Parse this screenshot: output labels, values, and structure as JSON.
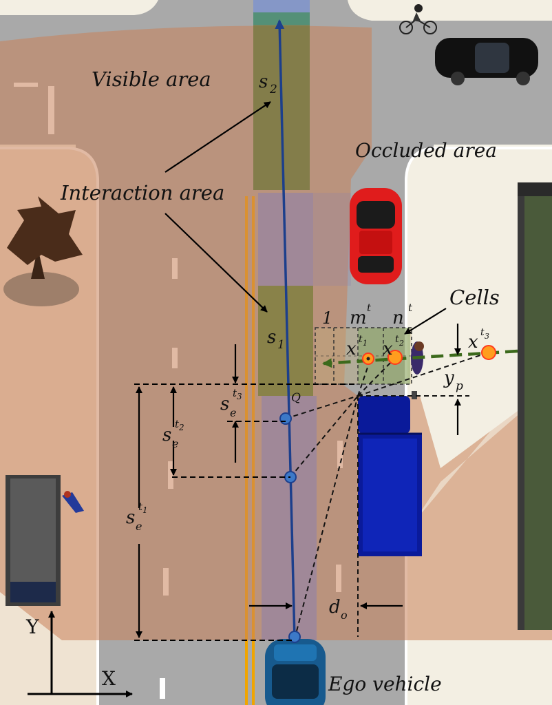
{
  "labels": {
    "visible_area": "Visible area",
    "occluded_area": "Occluded area",
    "interaction_area": "Interaction area",
    "cells": "Cells",
    "ego_vehicle": "Ego vehicle",
    "s2": "s",
    "s2_sub": "2",
    "s1": "s",
    "s1_sub": "1",
    "q": "Q",
    "cell_1": "1",
    "cell_m": "m",
    "cell_n": "n",
    "cell_sup_t": "t",
    "x": "x",
    "x_t1_sup": "t",
    "x_t1_subsup": "1",
    "x_t2_sup": "t",
    "x_t2_subsup": "2",
    "x_t3_sup": "t",
    "x_t3_subsup": "3",
    "yp": "y",
    "yp_sub": "p",
    "se": "s",
    "se_sub": "e",
    "se_t3_sup": "t",
    "se_t3_subsup": "3",
    "se_t2_sup": "t",
    "se_t2_subsup": "2",
    "se_t1_sup": "t",
    "se_t1_subsup": "1",
    "do": "d",
    "do_sub": "o",
    "axis_x": "X",
    "axis_y": "Y"
  },
  "colors": {
    "road": "#a9a9a9",
    "sidewalk": "#f3efe3",
    "visible_overlay": "#c9825a",
    "path_line": "#1c3f8c",
    "green_zone": "#6e7a2e",
    "purple_zone": "#8b7fae",
    "red_car": "#e01c1c",
    "truck": "#0a1a9a",
    "ego_car": "#175a8e",
    "lane_yellow": "#f0a500",
    "pedestrian_arrow": "#3c6a1c",
    "marker": "#ff9d1e"
  }
}
